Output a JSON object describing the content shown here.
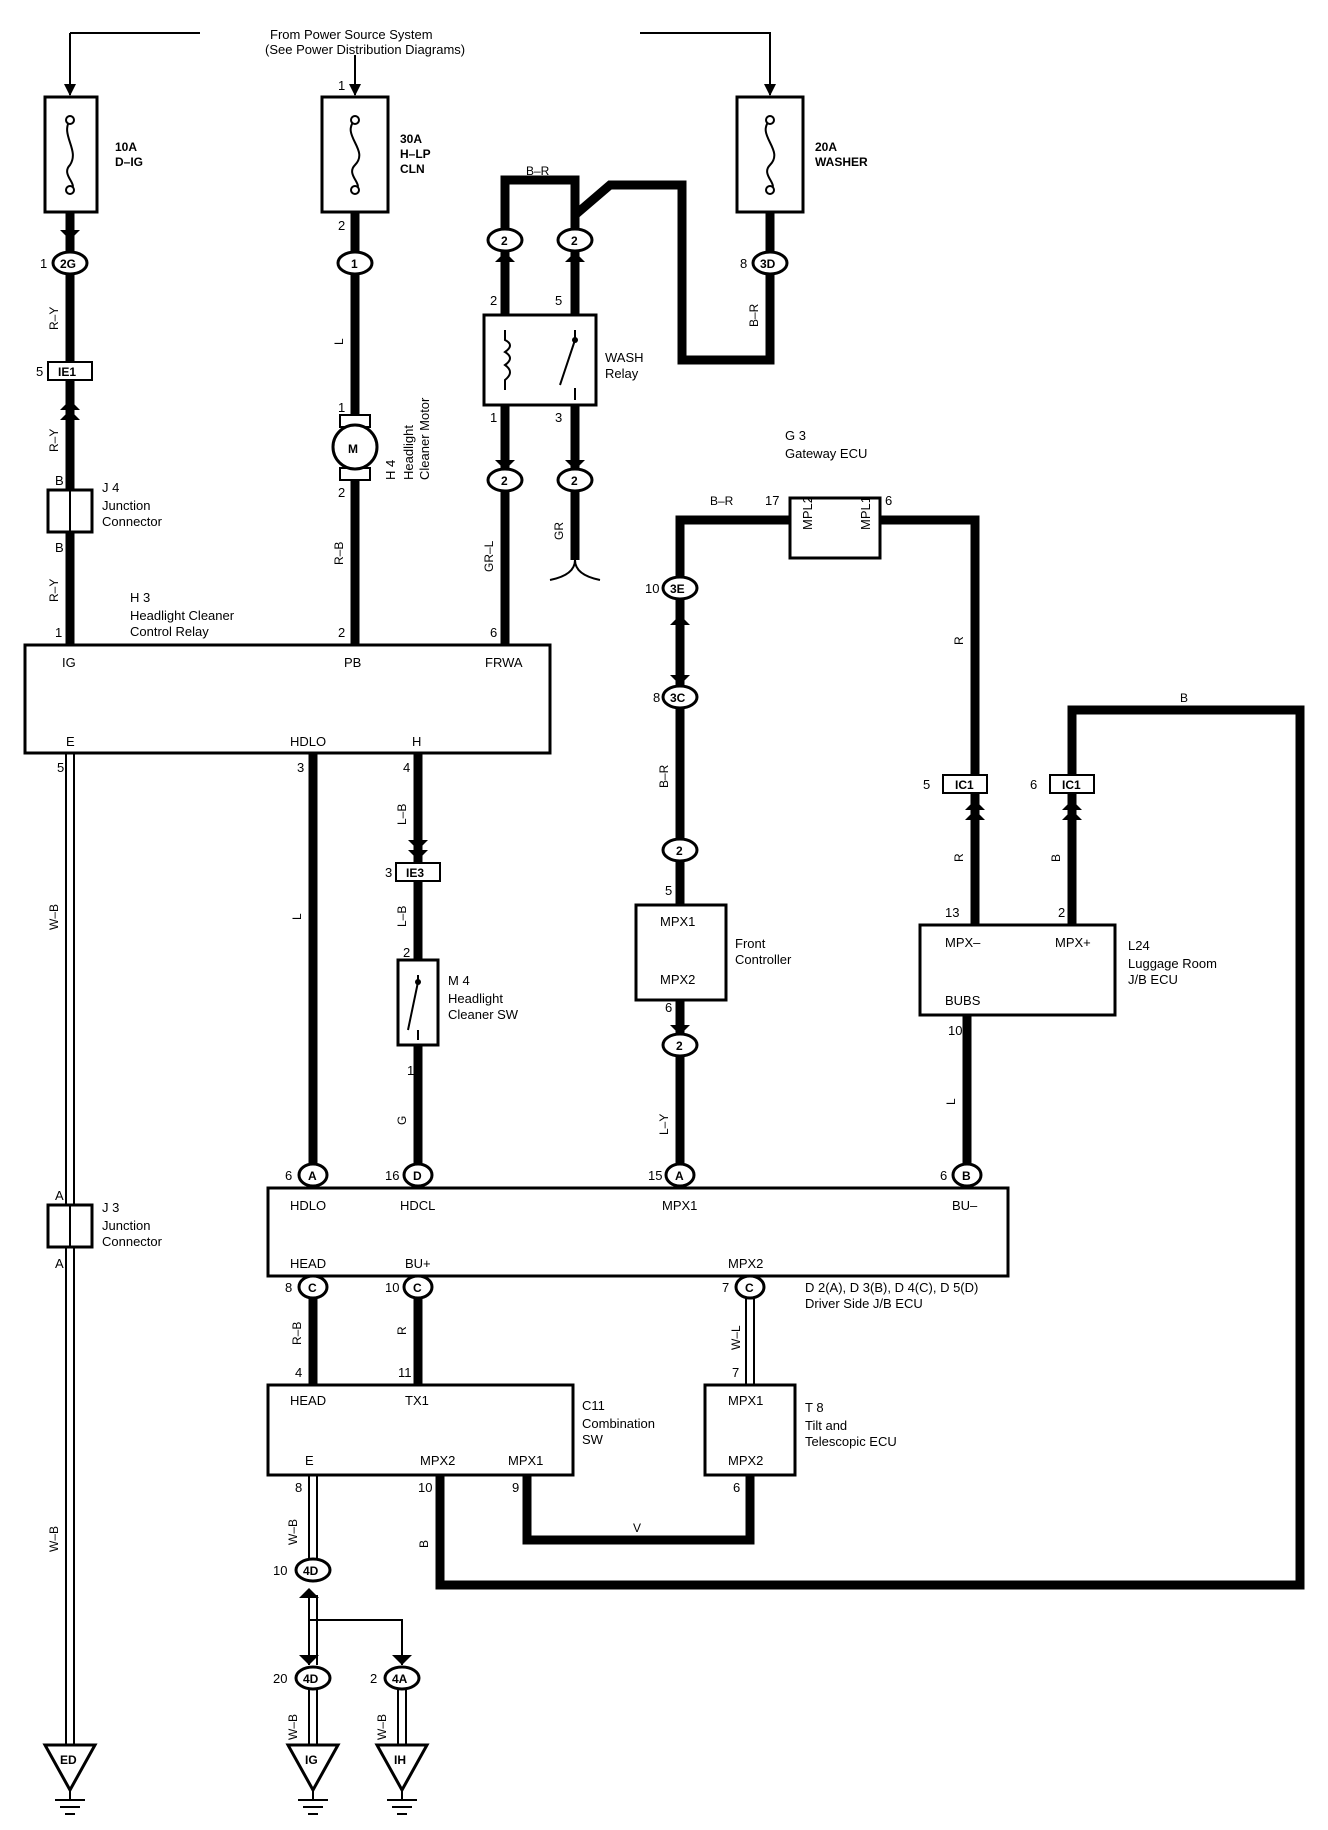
{
  "source": {
    "line1": "From Power Source System",
    "line2": "(See Power Distribution Diagrams)"
  },
  "fuses": [
    {
      "amp": "10A",
      "name": "D–IG",
      "name2": ""
    },
    {
      "amp": "30A",
      "name": "H–LP",
      "name2": "CLN"
    },
    {
      "amp": "20A",
      "name": "WASHER",
      "name2": ""
    }
  ],
  "wire_colors": {
    "r_y": "R–Y",
    "b": "B",
    "l": "L",
    "r_b": "R–B",
    "gr_l": "GR–L",
    "gr": "GR",
    "b_r": "B–R",
    "r": "R",
    "w_b": "W–B",
    "l_b": "L–B",
    "g": "G",
    "l_y": "L–Y",
    "w_l": "W–L",
    "v": "V"
  },
  "connectors": {
    "c2G": "2G",
    "c1": "1",
    "c2": "2",
    "c3D": "3D",
    "IE1": "IE1",
    "c3E": "3E",
    "c3C": "3C",
    "IC1": "IC1",
    "IE3": "IE3",
    "cA": "A",
    "cD": "D",
    "cB": "B",
    "cC": "C",
    "c4D": "4D",
    "c4A": "4A"
  },
  "pins": {
    "p1": "1",
    "p2": "2",
    "p3": "3",
    "p4": "4",
    "p5": "5",
    "p6": "6",
    "p7": "7",
    "p8": "8",
    "p10": "10",
    "p11": "11",
    "p13": "13",
    "p15": "15",
    "p16": "16",
    "p17": "17",
    "p20": "20",
    "p9": "9"
  },
  "components": {
    "j4": {
      "id": "J 4",
      "line1": "Junction",
      "line2": "Connector"
    },
    "j3": {
      "id": "J 3",
      "line1": "Junction",
      "line2": "Connector"
    },
    "h4": {
      "id": "H 4",
      "line1": "Headlight",
      "line2": "Cleaner Motor",
      "symbol": "M"
    },
    "wash_relay": {
      "line1": "WASH",
      "line2": "Relay"
    },
    "h3": {
      "id": "H 3",
      "line1": "Headlight Cleaner",
      "line2": "Control Relay",
      "t_ig": "IG",
      "t_pb": "PB",
      "t_frwa": "FRWA",
      "t_e": "E",
      "t_hdlo": "HDLO",
      "t_h": "H"
    },
    "g3": {
      "id": "G 3",
      "line1": "Gateway ECU",
      "mpl2": "MPL2",
      "mpl1": "MPL1"
    },
    "front": {
      "line1": "Front",
      "line2": "Controller",
      "mpx1": "MPX1",
      "mpx2": "MPX2"
    },
    "m4": {
      "id": "M 4",
      "line1": "Headlight",
      "line2": "Cleaner SW"
    },
    "l24": {
      "id": "L24",
      "line1": "Luggage Room",
      "line2": "J/B ECU",
      "mpxm": "MPX–",
      "mpxp": "MPX+",
      "bubs": "BUBS"
    },
    "jb": {
      "line1": "D 2(A), D 3(B), D 4(C), D 5(D)",
      "line2": "Driver Side J/B ECU",
      "hdlo": "HDLO",
      "hdcl": "HDCL",
      "mpx1": "MPX1",
      "bum": "BU–",
      "head": "HEAD",
      "bup": "BU+",
      "mpx2": "MPX2"
    },
    "c11": {
      "id": "C11",
      "line1": "Combination",
      "line2": "SW",
      "head": "HEAD",
      "tx1": "TX1",
      "e": "E",
      "mpx2": "MPX2",
      "mpx1": "MPX1"
    },
    "t8": {
      "id": "T 8",
      "line1": "Tilt and",
      "line2": "Telescopic ECU",
      "mpx1": "MPX1",
      "mpx2": "MPX2"
    }
  },
  "grounds": {
    "ed": "ED",
    "ig": "IG",
    "ih": "IH"
  }
}
